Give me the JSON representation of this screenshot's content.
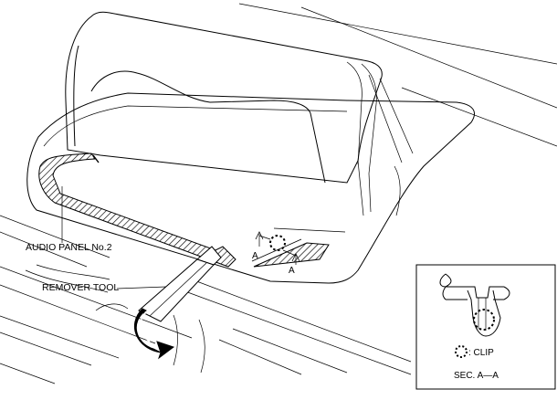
{
  "labels": {
    "audio_panel": "AUDIO PANEL No.2",
    "remover_tool": "REMOVER TOOL",
    "section_mark_1": "A",
    "section_mark_2": "A",
    "clip": ": CLIP",
    "section_title": "SEC. A—A"
  }
}
